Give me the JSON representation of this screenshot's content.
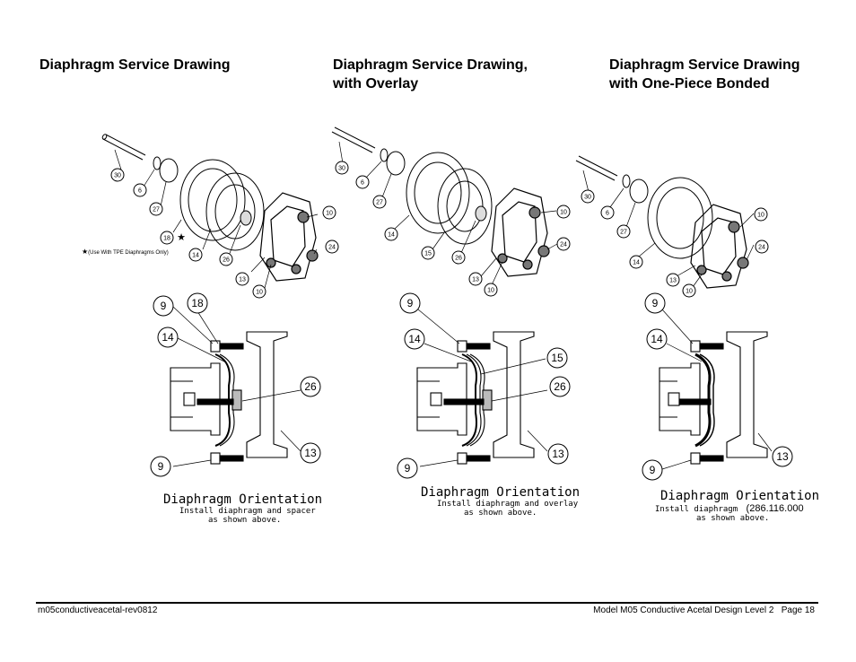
{
  "sections": [
    {
      "title_lines": [
        "Diaphragm Service Drawing"
      ],
      "exploded_callouts": [
        "30",
        "6",
        "27",
        "18",
        "14",
        "26",
        "13",
        "10",
        "10",
        "24"
      ],
      "note": "(Use With TPE Diaphragms Only)",
      "section_callouts": [
        "9",
        "18",
        "14",
        "26",
        "13",
        "9"
      ],
      "orientation_title": "Diaphragm Orientation",
      "orientation_line1": "Install diaphragm and spacer",
      "orientation_line2": "as shown above."
    },
    {
      "title_lines": [
        "Diaphragm Service Drawing,",
        "with Overlay"
      ],
      "exploded_callouts": [
        "30",
        "6",
        "27",
        "14",
        "15",
        "26",
        "13",
        "10",
        "10",
        "24"
      ],
      "section_callouts": [
        "9",
        "14",
        "15",
        "26",
        "13",
        "9"
      ],
      "orientation_title": "Diaphragm Orientation",
      "orientation_line1": "Install diaphragm and overlay",
      "orientation_line2": "as shown above."
    },
    {
      "title_lines": [
        "Diaphragm Service Drawing",
        "with One-Piece Bonded"
      ],
      "exploded_callouts": [
        "30",
        "6",
        "27",
        "14",
        "13",
        "10",
        "10",
        "24"
      ],
      "section_callouts": [
        "9",
        "14",
        "13",
        "9"
      ],
      "orientation_title": "Diaphragm Orientation",
      "orientation_line1": "Install diaphragm",
      "orientation_part": "(286.116.000",
      "orientation_line2": "as shown above."
    }
  ],
  "footer": {
    "left": "m05conductiveacetal-rev0812",
    "right": "Model M05 Conductive Acetal Design Level 2   Page 18"
  }
}
